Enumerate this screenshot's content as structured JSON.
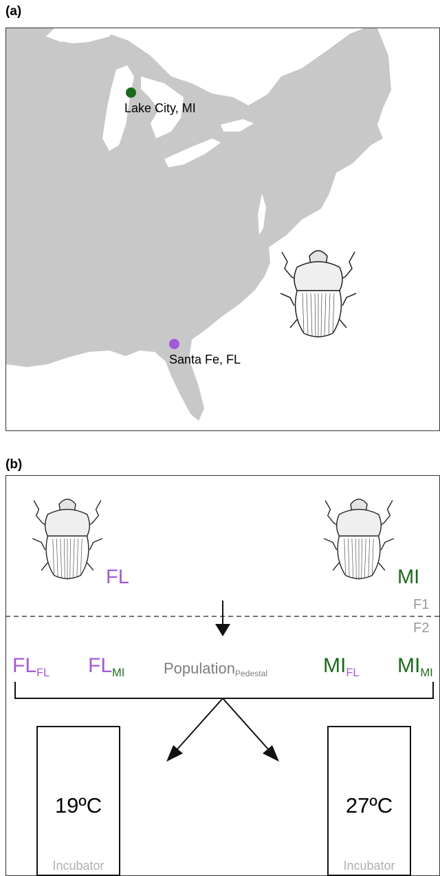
{
  "panel_a": {
    "label": "(a)",
    "sites": [
      {
        "name": "Lake City, MI",
        "color": "#1a6b1a"
      },
      {
        "name": "Santa Fe, FL",
        "color": "#a35ad8"
      }
    ],
    "colors": {
      "land": "#c8c8c8",
      "water": "#ffffff"
    }
  },
  "panel_b": {
    "label": "(b)",
    "beetles": [
      {
        "label": "FL",
        "color": "#a35ad8"
      },
      {
        "label": "MI",
        "color": "#1a6b1a"
      }
    ],
    "generation_top": "F1",
    "generation_bottom": "F2",
    "groups": [
      {
        "main": "FL",
        "sub": "FL",
        "main_color": "#a35ad8",
        "sub_color": "#a35ad8"
      },
      {
        "main": "FL",
        "sub": "MI",
        "main_color": "#a35ad8",
        "sub_color": "#1a6b1a"
      },
      {
        "main": "Population",
        "sub": "Pedestal",
        "main_color": "#7d7d7d",
        "sub_color": "#7d7d7d"
      },
      {
        "main": "MI",
        "sub": "FL",
        "main_color": "#1a6b1a",
        "sub_color": "#a35ad8"
      },
      {
        "main": "MI",
        "sub": "MI",
        "main_color": "#1a6b1a",
        "sub_color": "#1a6b1a"
      }
    ],
    "incubators": [
      {
        "temperature": "19ºC",
        "label": "Incubator"
      },
      {
        "temperature": "27ºC",
        "label": "Incubator"
      }
    ]
  }
}
